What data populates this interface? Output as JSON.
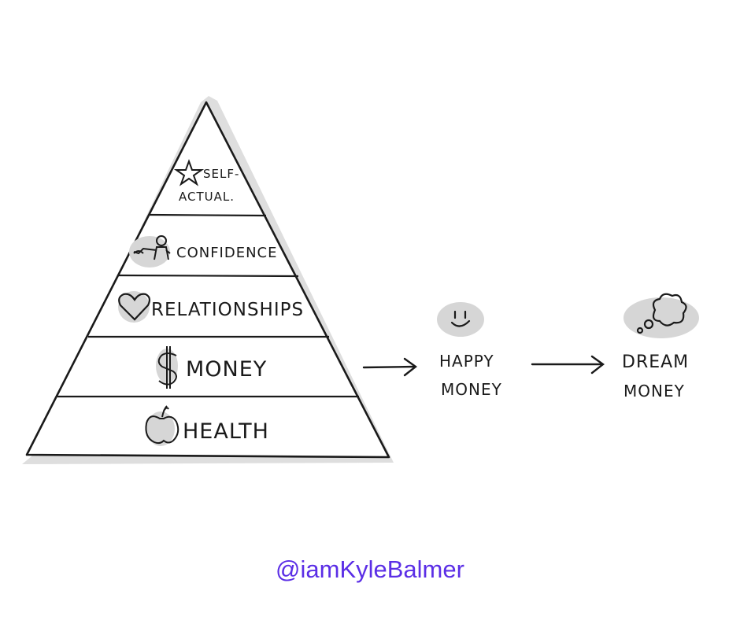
{
  "pyramid": {
    "levels": [
      {
        "line1": "SELF-",
        "line2": "ACTUAL.",
        "icon": "star-icon"
      },
      {
        "line1": "CONFIDENCE",
        "icon": "flexing-figure-icon"
      },
      {
        "line1": "RELATIONSHIPS",
        "icon": "heart-icon"
      },
      {
        "line1": "MONEY",
        "icon": "dollar-icon"
      },
      {
        "line1": "HEALTH",
        "icon": "apple-icon"
      }
    ]
  },
  "flow": {
    "happy": {
      "line1": "HAPPY",
      "line2": "MONEY",
      "icon": "smiley-icon"
    },
    "dream": {
      "line1": "DREAM",
      "line2": "MONEY",
      "icon": "thought-cloud-icon"
    }
  },
  "credit": "@iamKyleBalmer",
  "colors": {
    "ink": "#1a1a1a",
    "shadow": "#d9d9d9",
    "credit": "#5b2ee6"
  }
}
